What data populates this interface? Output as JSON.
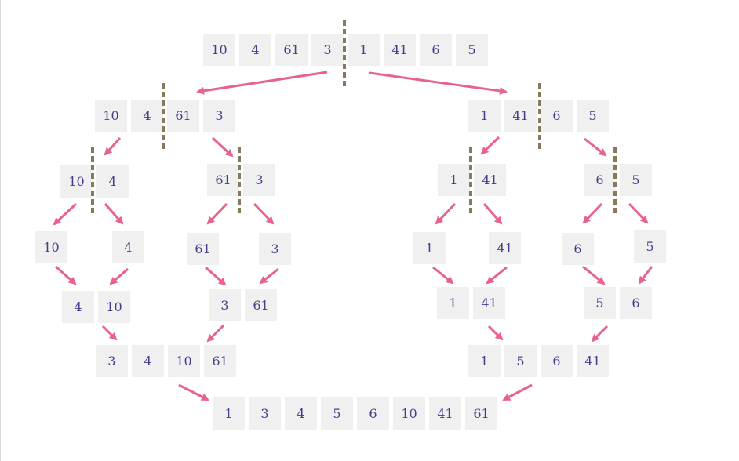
{
  "title": "",
  "colors": {
    "cell_bg": "#f0f0f0",
    "number": "#4a3a8c",
    "arrow": "#e8628a",
    "divider": "#857a5a"
  },
  "levels": [
    {
      "name": "split-level-0",
      "groups": [
        [
          "10",
          "4",
          "61",
          "3",
          "1",
          "41",
          "6",
          "5"
        ]
      ]
    },
    {
      "name": "split-level-1",
      "groups": [
        [
          "10",
          "4",
          "61",
          "3"
        ],
        [
          "1",
          "41",
          "6",
          "5"
        ]
      ]
    },
    {
      "name": "split-level-2",
      "groups": [
        [
          "10",
          "4"
        ],
        [
          "61",
          "3"
        ],
        [
          "1",
          "41"
        ],
        [
          "6",
          "5"
        ]
      ]
    },
    {
      "name": "single-elements",
      "groups": [
        [
          "10"
        ],
        [
          "4"
        ],
        [
          "61"
        ],
        [
          "3"
        ],
        [
          "1"
        ],
        [
          "41"
        ],
        [
          "6"
        ],
        [
          "5"
        ]
      ]
    },
    {
      "name": "merge-level-1",
      "groups": [
        [
          "4",
          "10"
        ],
        [
          "3",
          "61"
        ],
        [
          "1",
          "41"
        ],
        [
          "5",
          "6"
        ]
      ]
    },
    {
      "name": "merge-level-2",
      "groups": [
        [
          "3",
          "4",
          "10",
          "61"
        ],
        [
          "1",
          "5",
          "6",
          "41"
        ]
      ]
    },
    {
      "name": "sorted-result",
      "groups": [
        [
          "1",
          "3",
          "4",
          "5",
          "6",
          "10",
          "41",
          "61"
        ]
      ]
    }
  ]
}
